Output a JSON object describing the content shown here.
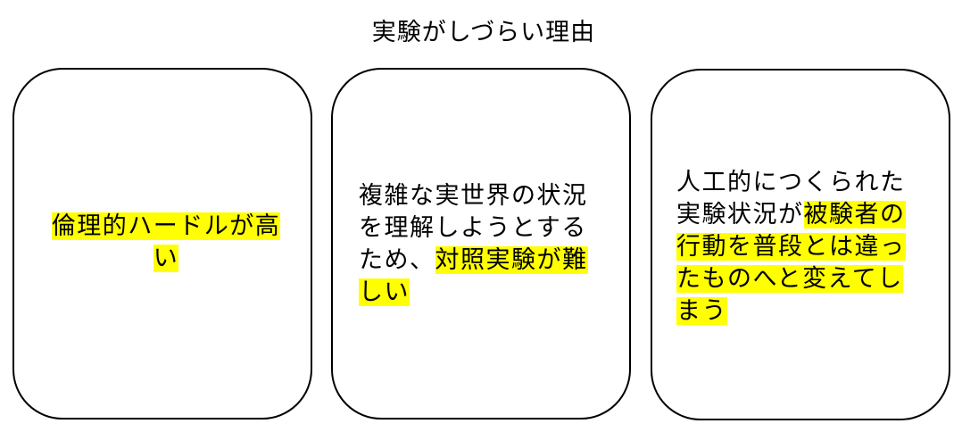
{
  "title": "実験がしづらい理由",
  "highlight_color": "#ffff00",
  "boxes": [
    {
      "segments": [
        {
          "text": "倫理的ハードルが高い",
          "highlight": true
        }
      ]
    },
    {
      "segments": [
        {
          "text": "複雑な実世界の状況を理解しようとするため、",
          "highlight": false
        },
        {
          "text": "対照実験が難しい",
          "highlight": true
        }
      ]
    },
    {
      "segments": [
        {
          "text": "人工的につくられた実験状況が",
          "highlight": false
        },
        {
          "text": "被験者の行動を普段とは違ったものへと変えてしまう",
          "highlight": true
        }
      ]
    }
  ]
}
